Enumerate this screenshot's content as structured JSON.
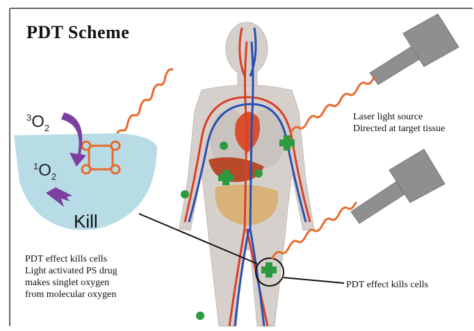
{
  "title": "PDT Scheme",
  "cell": {
    "triplet_oxygen": {
      "mass": "3",
      "symbol": "O",
      "subscript": "2"
    },
    "singlet_oxygen": {
      "mass": "1",
      "symbol": "O",
      "subscript": "2"
    },
    "kill_label": "Kill"
  },
  "laser_note": {
    "line1": "Laser light source",
    "line2": "Directed at target tissue"
  },
  "mechanism_note": {
    "line1": "PDT effect kills cells",
    "line2": "Light activated PS drug",
    "line3": "makes singlet oxygen",
    "line4": "from molecular oxygen"
  },
  "effect_note": "PDT effect kills cells",
  "colors": {
    "cell_fill": "#b8dce6",
    "laser_body": "#8f8f8f",
    "light_wave": "#e86a2a",
    "artery": "#d8402a",
    "vein": "#2a4fb0",
    "tumor": "#2e9a40",
    "arrow_purple": "#7b3fa0"
  }
}
